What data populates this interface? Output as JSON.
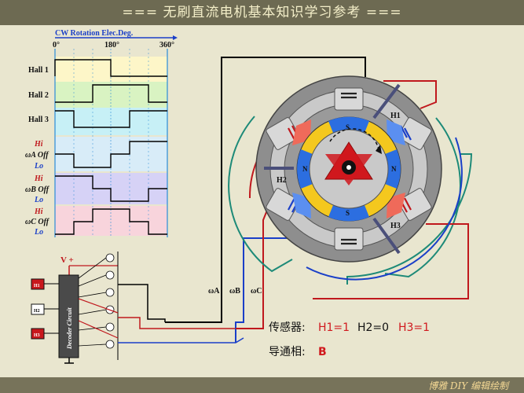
{
  "title": "=== 无刷直流电机基本知识学习参考 ===",
  "credit": "博雅 DIY 编辑绘制",
  "timing": {
    "header": "CW Rotation Elec.Deg.",
    "angles": [
      "0°",
      "180°",
      "360°"
    ],
    "hall_labels": [
      "Hall 1",
      "Hall 2",
      "Hall 3"
    ],
    "phases": [
      {
        "hi": "Hi",
        "name": "ωA  Off",
        "lo": "Lo"
      },
      {
        "hi": "Hi",
        "name": "ωB  Off",
        "lo": "Lo"
      },
      {
        "hi": "Hi",
        "name": "ωC  Off",
        "lo": "Lo"
      }
    ]
  },
  "circuit": {
    "vplus": "V +",
    "decoder": "Decoder  Circuit",
    "inputs": [
      "H1",
      "H2",
      "H3"
    ]
  },
  "motor": {
    "sensors": [
      "H1",
      "H2",
      "H3"
    ],
    "pole_n": "N",
    "pole_s": "S",
    "phase_labels": [
      "ωA",
      "ωB",
      "ωC"
    ]
  },
  "status": {
    "sensor_label": "传感器:",
    "h1": "H1=1",
    "h2": "H2=0",
    "h3": "H3=1",
    "conduct_label": "导通相:",
    "conduct_value": "B"
  },
  "colors": {
    "bg": "#e9e6cf",
    "phase_a": "#000000",
    "phase_b": "#1a3fc8",
    "phase_c": "#d01818",
    "teal": "#1d8a78",
    "magnet_yellow": "#f4c81e",
    "magnet_blue": "#2c6ee0"
  }
}
